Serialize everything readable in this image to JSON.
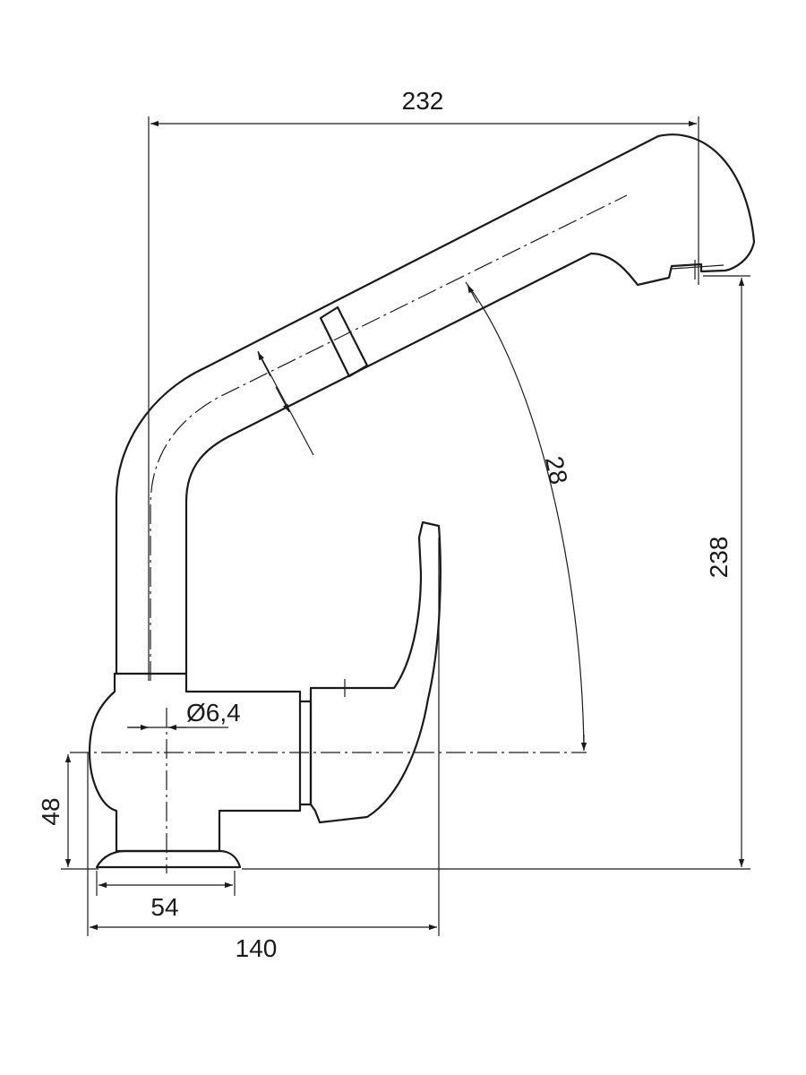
{
  "dimensions": {
    "overall_width": "232",
    "overall_height": "238",
    "spout_angle": "28",
    "hole_diameter": "Ø6,4",
    "base_height": "48",
    "base_diameter": "54",
    "base_depth": "140"
  }
}
